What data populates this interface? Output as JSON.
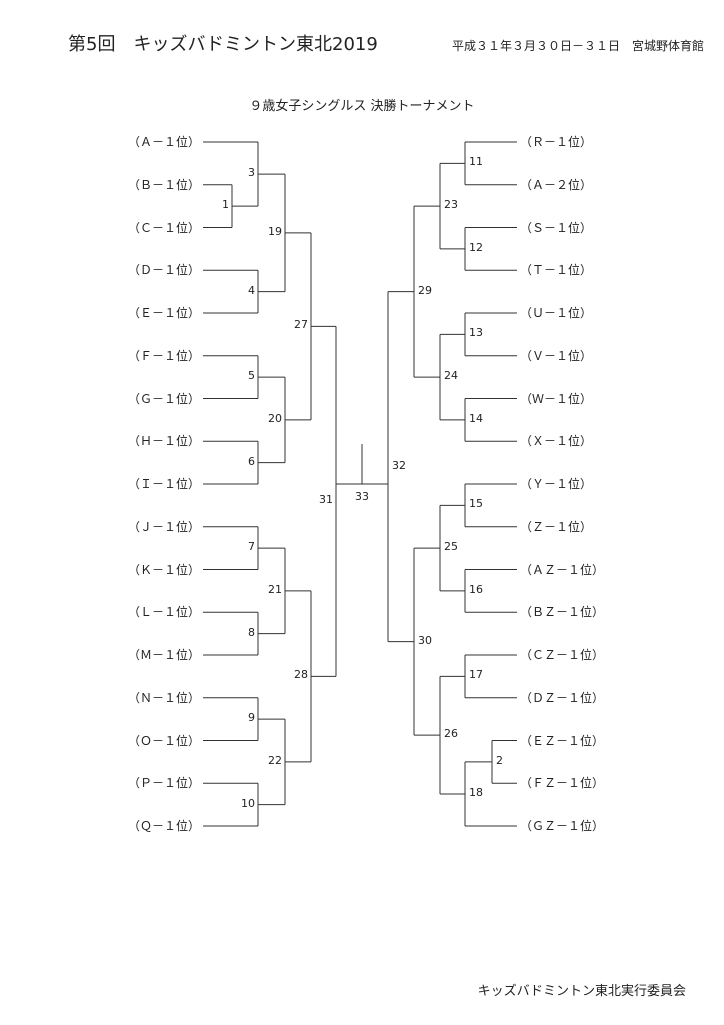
{
  "header": {
    "title": "第5回　キッズバドミントン東北2019",
    "date_venue": "平成３１年３月３０日－３１日　宮城野体育館"
  },
  "event_title": "９歳女子シングルス 決勝トーナメント",
  "footer": "キッズバドミントン東北実行委員会",
  "left_players": [
    "（Ａ－１位）",
    "（Ｂ－１位）",
    "（Ｃ－１位）",
    "（Ｄ－１位）",
    "（Ｅ－１位）",
    "（Ｆ－１位）",
    "（Ｇ－１位）",
    "（Ｈ－１位）",
    "（Ｉ－１位）",
    "（Ｊ－１位）",
    "（Ｋ－１位）",
    "（Ｌ－１位）",
    "（Ｍ－１位）",
    "（Ｎ－１位）",
    "（Ｏ－１位）",
    "（Ｐ－１位）",
    "（Ｑ－１位）"
  ],
  "right_players": [
    "（Ｒ－１位）",
    "（Ａ－２位）",
    "（Ｓ－１位）",
    "（Ｔ－１位）",
    "（Ｕ－１位）",
    "（Ｖ－１位）",
    "（Ｗ－１位）",
    "（Ｘ－１位）",
    "（Ｙ－１位）",
    "（Ｚ－１位）",
    "（ＡＺ－１位）",
    "（ＢＺ－１位）",
    "（ＣＺ－１位）",
    "（ＤＺ－１位）",
    "（ＥＺ－１位）",
    "（ＦＺ－１位）",
    "（ＧＺ－１位）"
  ],
  "match_numbers": {
    "m1": "1",
    "m2": "2",
    "m3": "3",
    "m4": "4",
    "m5": "5",
    "m6": "6",
    "m7": "7",
    "m8": "8",
    "m9": "9",
    "m10": "10",
    "m11": "11",
    "m12": "12",
    "m13": "13",
    "m14": "14",
    "m15": "15",
    "m16": "16",
    "m17": "17",
    "m18": "18",
    "m19": "19",
    "m20": "20",
    "m21": "21",
    "m22": "22",
    "m23": "23",
    "m24": "24",
    "m25": "25",
    "m26": "26",
    "m27": "27",
    "m28": "28",
    "m29": "29",
    "m30": "30",
    "m31": "31",
    "m32": "32",
    "m33": "33"
  }
}
